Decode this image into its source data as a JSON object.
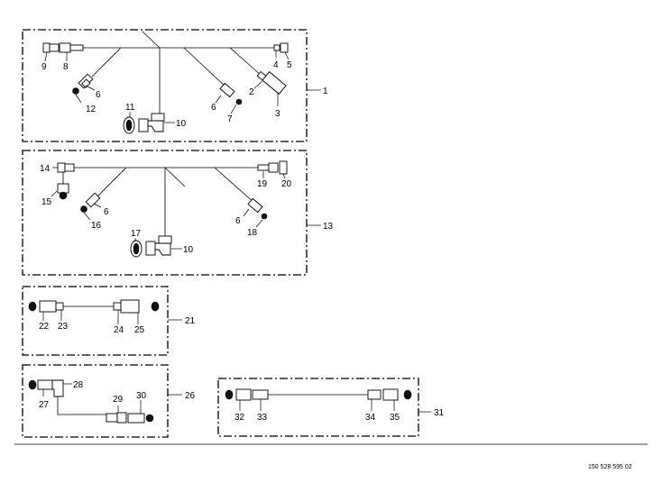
{
  "drawing_ref": "150 528 595 02",
  "callouts": {
    "c1": "1",
    "c2": "2",
    "c3": "3",
    "c4": "4",
    "c5": "5",
    "c6a": "6",
    "c6b": "6",
    "c6c": "6",
    "c6d": "6",
    "c7": "7",
    "c8": "8",
    "c9": "9",
    "c10a": "10",
    "c10b": "10",
    "c11": "11",
    "c12": "12",
    "c13": "13",
    "c14": "14",
    "c15": "15",
    "c16": "16",
    "c17": "17",
    "c18": "18",
    "c19": "19",
    "c20": "20",
    "c21": "21",
    "c22": "22",
    "c23": "23",
    "c24": "24",
    "c25": "25",
    "c26": "26",
    "c27": "27",
    "c28": "28",
    "c29": "29",
    "c30": "30",
    "c31": "31",
    "c32": "32",
    "c33": "33",
    "c34": "34",
    "c35": "35"
  }
}
